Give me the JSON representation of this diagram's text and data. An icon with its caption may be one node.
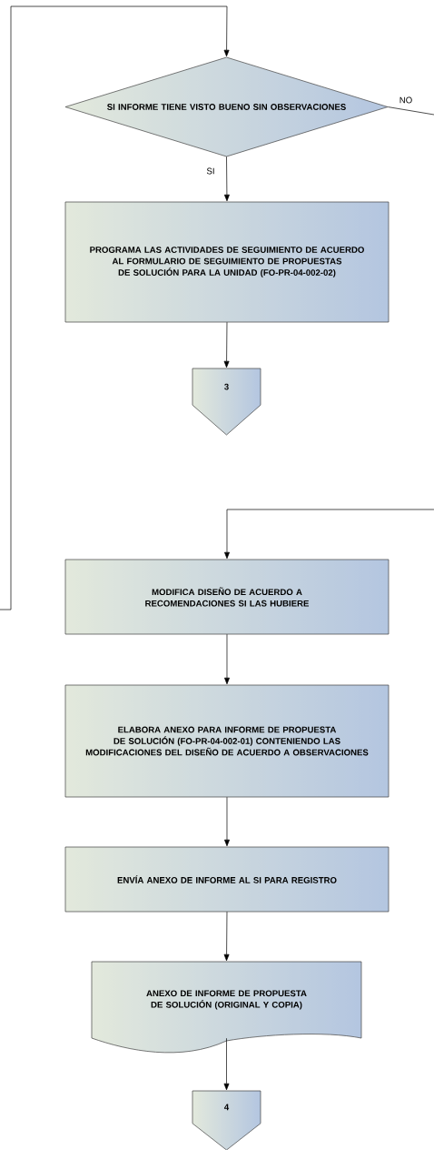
{
  "diagram": {
    "nodes": [
      {
        "text": [
          "SI INFORME TIENE VISTO BUENO SIN OBSERVACIONES"
        ]
      },
      {
        "text": [
          "PROGRAMA LAS ACTIVIDADES DE SEGUIMIENTO DE ACUERDO AL FORMULARIO DE SEGUIMIENTO DE PROPUESTAS DE SOLUCIÓN PARA LA UNIDAD (FO-PR-04-002-02)"
        ]
      },
      {
        "text": [
          "3"
        ]
      },
      {
        "text": [
          "MODIFICA DISEÑO DE ACUERDO A RECOMENDACIONES SI LAS HUBIERE"
        ]
      },
      {
        "text": [
          "ELABORA ANEXO PARA INFORME DE PROPUESTA DE SOLUCIÓN (FO-PR-04-002-01) CONTENIENDO LAS MODIFICACIONES DEL DISEÑO DE ACUERDO A OBSERVACIONES"
        ]
      },
      {
        "text": [
          "ENVÍA ANEXO DE INFORME AL SI PARA REGISTRO"
        ]
      },
      {
        "text": [
          "ANEXO DE INFORME DE PROPUESTA DE SOLUCIÓN (ORIGINAL Y COPIA)"
        ]
      },
      {
        "text": [
          "4"
        ]
      }
    ],
    "edges": [
      {
        "from": null,
        "to": 0,
        "arrow": "to"
      },
      {
        "from": 0,
        "to": null,
        "arrow": "none",
        "label": "NO"
      },
      {
        "from": 0,
        "to": 1,
        "arrow": "to",
        "label": "SI"
      },
      {
        "from": 1,
        "to": 2,
        "arrow": "to"
      },
      {
        "from": null,
        "to": 3,
        "arrow": "to"
      },
      {
        "from": 3,
        "to": 4,
        "arrow": "to"
      },
      {
        "from": 4,
        "to": 5,
        "arrow": "to"
      },
      {
        "from": 5,
        "to": 6,
        "arrow": "to"
      },
      {
        "from": 6,
        "to": 7,
        "arrow": "to"
      }
    ]
  }
}
